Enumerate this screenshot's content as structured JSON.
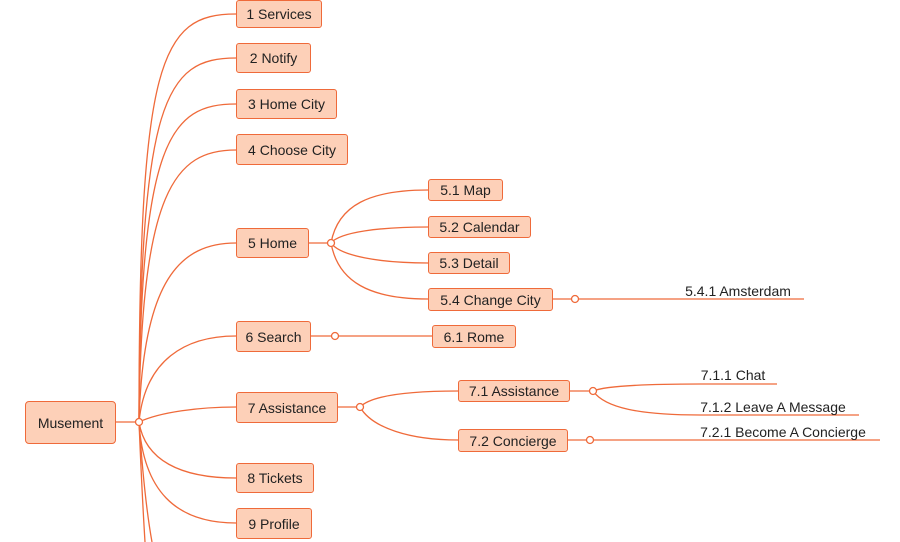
{
  "root": "Musement",
  "branches": {
    "b1": "1 Services",
    "b2": "2 Notify",
    "b3": "3 Home City",
    "b4": "4 Choose City",
    "b5": "5 Home",
    "b6": "6 Search",
    "b7": "7 Assistance",
    "b8": "8 Tickets",
    "b9": "9 Profile"
  },
  "home": {
    "map": "5.1 Map",
    "calendar": "5.2 Calendar",
    "detail": "5.3 Detail",
    "change_city": "5.4 Change City",
    "amsterdam": "5.4.1 Amsterdam"
  },
  "search": {
    "rome": "6.1 Rome"
  },
  "assistance": {
    "assistance": "7.1 Assistance",
    "chat": "7.1.1 Chat",
    "leave_message": "7.1.2 Leave A Message",
    "concierge": "7.2 Concierge",
    "become_concierge": "7.2.1 Become A Concierge"
  },
  "colors": {
    "line": "#ef6a3a",
    "node_fill": "#fdd0b8",
    "node_border": "#ef6a3a"
  }
}
